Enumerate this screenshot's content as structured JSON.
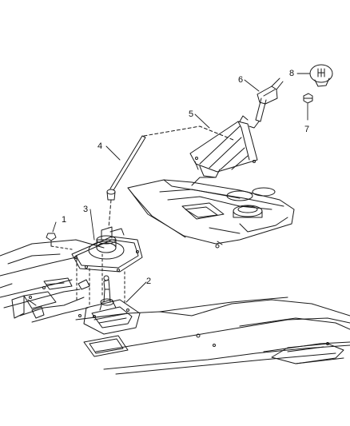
{
  "diagram": {
    "callouts": [
      {
        "id": "c1",
        "label": "1"
      },
      {
        "id": "c2",
        "label": "2"
      },
      {
        "id": "c3",
        "label": "3"
      },
      {
        "id": "c4",
        "label": "4"
      },
      {
        "id": "c5",
        "label": "5"
      },
      {
        "id": "c6",
        "label": "6"
      },
      {
        "id": "c7",
        "label": "7"
      },
      {
        "id": "c8",
        "label": "8"
      }
    ]
  },
  "colors": {
    "line": "#1a1a1a",
    "background": "#ffffff"
  }
}
